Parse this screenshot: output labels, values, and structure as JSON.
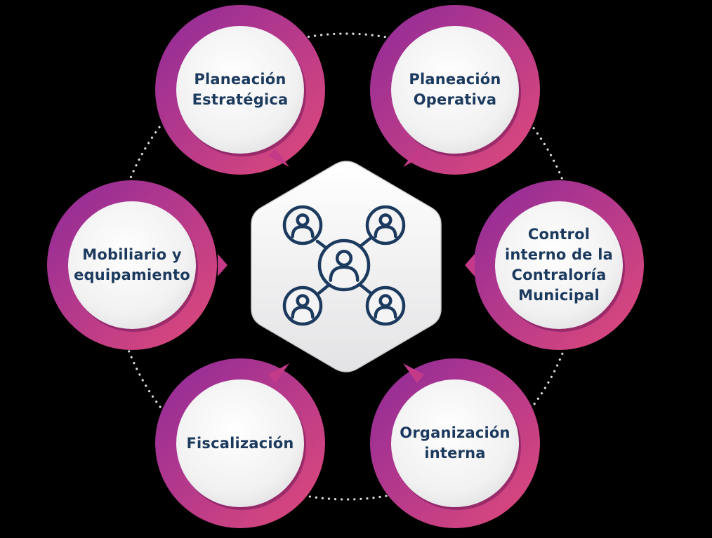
{
  "center": {
    "icon": "people-network-icon",
    "fill": "#f1f1f2",
    "icon_color": "#1c3a5e"
  },
  "colors": {
    "background": "#000000",
    "ring_start": "#8e2a9a",
    "ring_end": "#e14a7a",
    "circle_fill": "#f3f3f4",
    "text": "#1c3a5e",
    "dots": "#dcdcdc"
  },
  "nodes": [
    {
      "id": "planeacion-estrategica",
      "lines": [
        "Planeación",
        "Estratégica"
      ]
    },
    {
      "id": "planeacion-operativa",
      "lines": [
        "Planeación",
        "Operativa"
      ]
    },
    {
      "id": "control-interno",
      "lines": [
        "Control",
        "interno de la",
        "Contraloría",
        "Municipal"
      ]
    },
    {
      "id": "organizacion-interna",
      "lines": [
        "Organización",
        "interna"
      ]
    },
    {
      "id": "fiscalizacion",
      "lines": [
        "Fiscalización"
      ]
    },
    {
      "id": "mobiliario-equipamiento",
      "lines": [
        "Mobiliario y",
        "equipamiento"
      ]
    }
  ]
}
